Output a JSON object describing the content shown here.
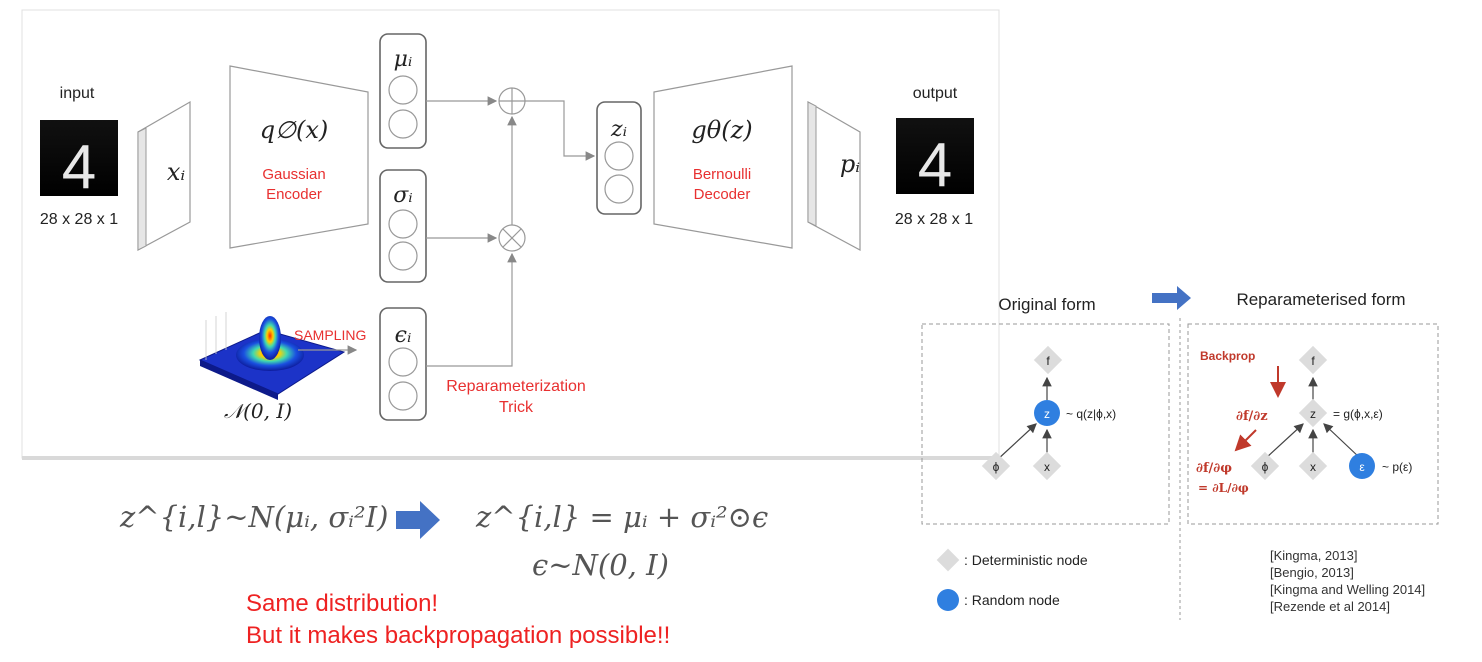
{
  "vae": {
    "input_label": "input",
    "input_size": "28 x 28 x 1",
    "output_label": "output",
    "output_size": "28 x 28 x 1",
    "x_label": "xᵢ",
    "encoder_formula": "q∅(x)",
    "encoder_name": [
      "Gaussian",
      "Encoder"
    ],
    "mu_label": "μᵢ",
    "sigma_label": "σᵢ",
    "epsilon_label": "ϵᵢ",
    "z_label": "zᵢ",
    "decoder_formula": "gθ(z)",
    "decoder_name": [
      "Bernoulli",
      "Decoder"
    ],
    "p_label": "pᵢ",
    "sampling_label": "SAMPLING",
    "normal_label": "𝒩(0, I)",
    "reparam_label": [
      "Reparameterization",
      "Trick"
    ],
    "digit": "4"
  },
  "formulas": {
    "left": "z^{i,l}~N(μᵢ, σᵢ²I)",
    "right": "z^{i,l} = μᵢ + σᵢ²⊙ϵ",
    "eps": "ϵ~N(0, I)"
  },
  "notes": {
    "line1": "Same distribution!",
    "line2": "But it makes backpropagation possible!!"
  },
  "reparam_figure": {
    "original_title": "Original form",
    "reparam_title": "Reparameterised form",
    "nodes": {
      "f": "f",
      "z": "z",
      "phi": "ϕ",
      "x": "x",
      "eps": "ε"
    },
    "q_label": "~ q(z|ϕ,x)",
    "g_label": "= g(ϕ,x,ε)",
    "p_label": "~ p(ε)",
    "backprop_label": "Backprop",
    "grad_z": "∂f/∂z",
    "grad_phi": "∂f/∂φ",
    "grad_L": "= ∂L/∂φ",
    "legend_det": ": Deterministic node",
    "legend_rand": ": Random node",
    "refs": [
      "[Kingma, 2013]",
      "[Bengio, 2013]",
      "[Kingma and Welling 2014]",
      "[Rezende et al 2014]"
    ],
    "colors": {
      "random_node": "#2f7fe0",
      "deterministic_node": "#dcdcdc",
      "grad": "#c0392b",
      "arrow": "#4472c4"
    }
  }
}
